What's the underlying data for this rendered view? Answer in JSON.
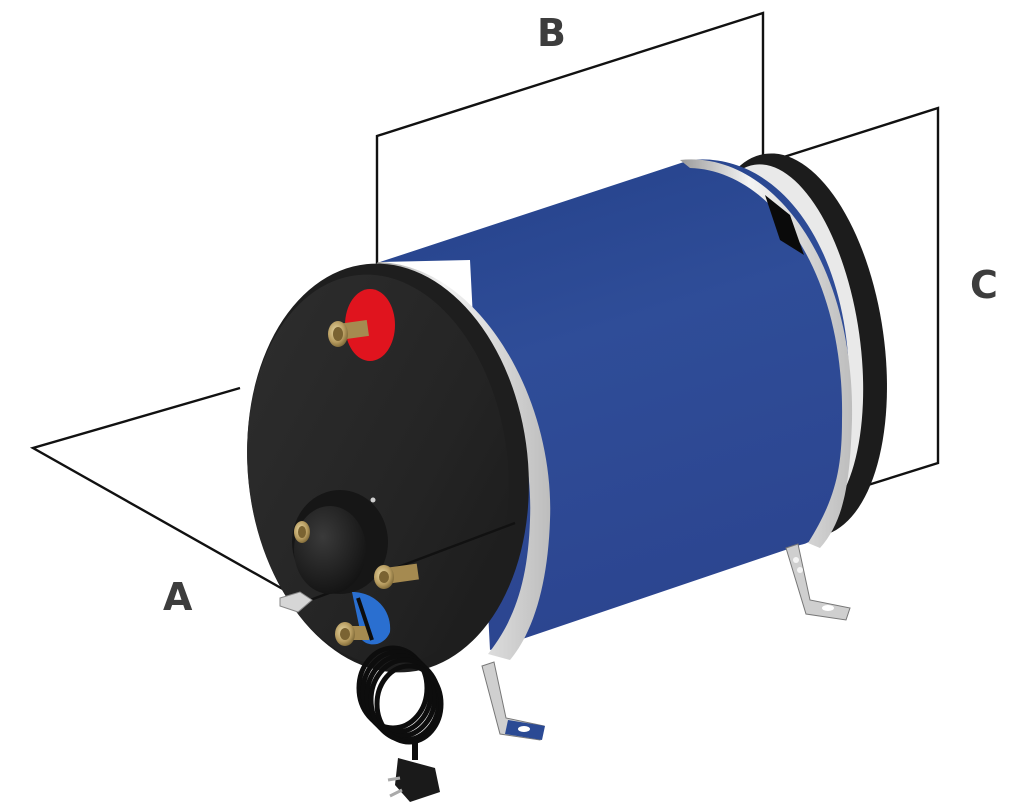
{
  "figure": {
    "subject": "Horizontal cylindrical water heater with mounting feet and dimension callouts",
    "colors": {
      "background": "#ffffff",
      "tank_body": "#2d4a94",
      "tank_body_dark": "#1f3575",
      "end_cap": "#262626",
      "ring_black": "#1c1c1c",
      "stainless_band": "#e8e8e8",
      "hot_outlet_flange": "#e0141e",
      "element_flange": "#2a6fd0",
      "brass_fitting": "#b59a5e",
      "dimension_line": "#111111",
      "label_text": "#3d3d3d"
    }
  },
  "dimensions": {
    "a": {
      "label": "A",
      "meaning": "depth / diameter across end cap"
    },
    "b": {
      "label": "B",
      "meaning": "overall length"
    },
    "c": {
      "label": "C",
      "meaning": "overall height"
    }
  },
  "components": {
    "hot_water_outlet": "hot-water-outlet-red-flange",
    "cold_water_inlet": "cold-water-inlet-fitting",
    "heat_exchanger_ports": "heat-exchanger-fittings",
    "heating_element_housing": "heating-element-cap",
    "power_cord": "coiled-power-cord",
    "plug": "schuko-plug",
    "feet": "mounting-brackets"
  }
}
